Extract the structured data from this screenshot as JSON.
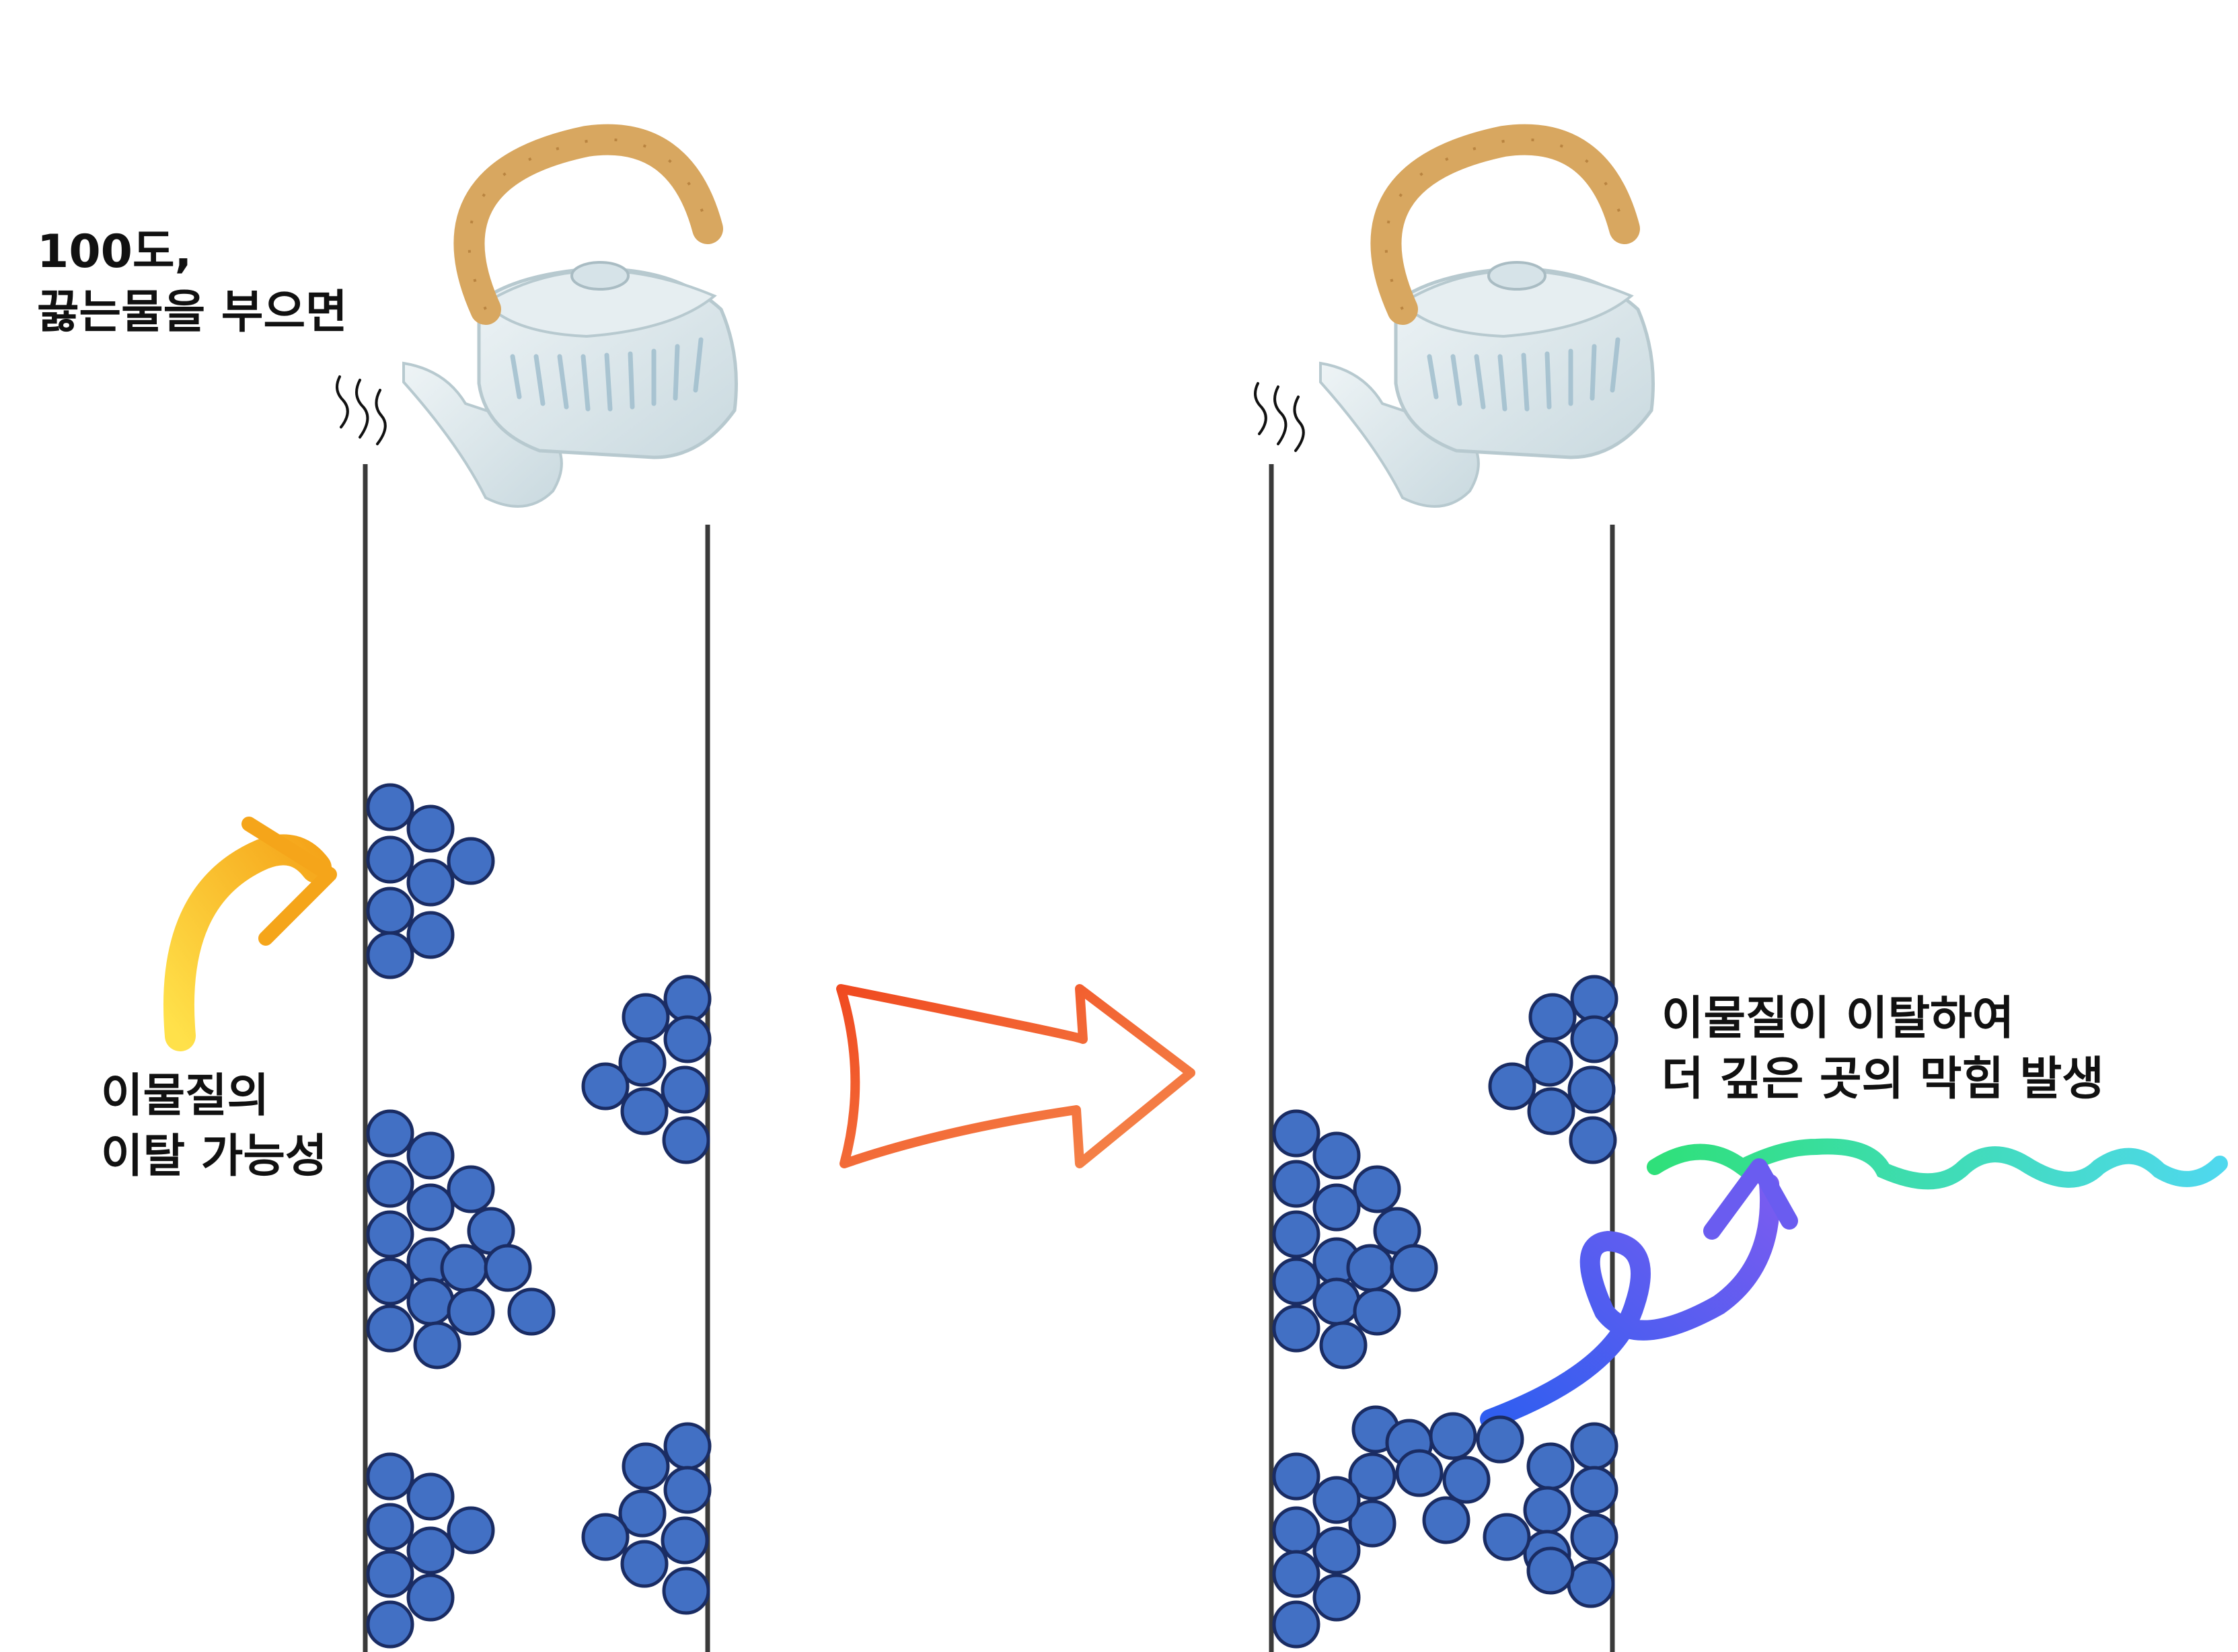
{
  "left_panel": {
    "caption_line1": "100도,",
    "caption_line2": "끓는물을 부으면",
    "note_line1": "이물질의",
    "note_line2": "이탈 가능성"
  },
  "right_panel": {
    "note_line1": "이물질이 이탈하여",
    "note_line2": "더 깊은 곳의 막힘 발생"
  },
  "colors": {
    "particle_fill": "#4270c4",
    "particle_stroke": "#1a2c63",
    "pipe_wall": "#3a3a3a",
    "transition_arrow": "#f05a28",
    "dislodge_arrow": "#f7c21a",
    "deep_arrow": "#4b6cf0",
    "wave_start": "#2fe07a",
    "wave_end": "#4fd8ee",
    "kettle_body": "#dbe6ea",
    "kettle_handle": "#d8a760"
  },
  "icons": [
    "teapot-icon",
    "steam-icon",
    "arrow-icon"
  ]
}
